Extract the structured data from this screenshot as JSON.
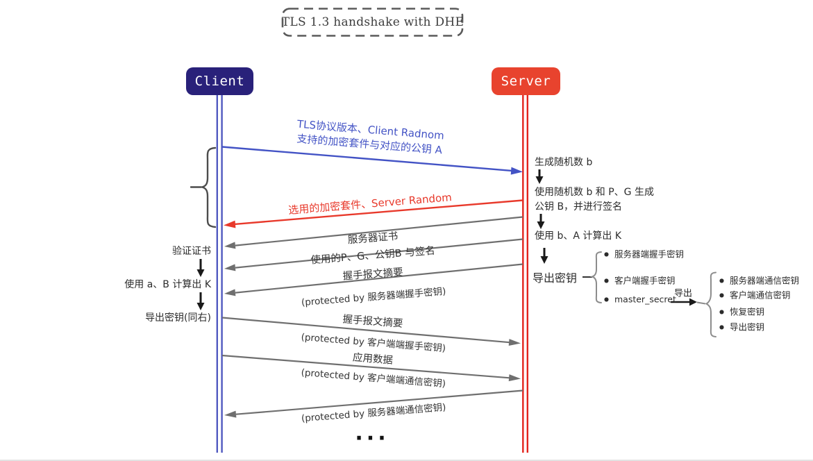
{
  "title": "TLS 1.3 handshake with DHE",
  "actors": {
    "client": "Client",
    "server": "Server"
  },
  "messages": {
    "client_hello_line1": "TLS协议版本、Client Radnom",
    "client_hello_line2": "支持的加密套件与对应的公钥 A",
    "server_hello": "选用的加密套件、Server Random",
    "server_certificate": "服务器证书",
    "server_params": "使用的P、G、公钥B 与签名",
    "server_finished": "握手报文摘要",
    "server_finished_note": "(protected by 服务器端握手密钥)",
    "client_finished": "握手报文摘要",
    "client_finished_note": "(protected by 客户端端握手密钥)",
    "app_data": "应用数据",
    "app_data_note": "(protected by 客户端端通信密钥)",
    "server_app_data_note": "(protected by 服务器端通信密钥)",
    "ellipsis": "..."
  },
  "server_steps": {
    "generate_random": "生成随机数 b",
    "make_pubkey_line1": "使用随机数 b 和 P、G 生成",
    "make_pubkey_line2": "公钥 B，并进行签名",
    "compute_k": "使用 b、A 计算出 K",
    "derive_keys": "导出密钥",
    "derived_keys": [
      "服务器端握手密钥",
      "客户端握手密钥",
      "master_secret"
    ],
    "derive_arrow_label": "导出",
    "master_derived_keys": [
      "服务器端通信密钥",
      "客户端通信密钥",
      "恢复密钥",
      "导出密钥"
    ]
  },
  "client_steps": {
    "verify_cert": "验证证书",
    "compute_k": "使用 a、B 计算出 K",
    "derive_keys": "导出密钥(同右)"
  },
  "colors": {
    "client_box": "#29217a",
    "server_box": "#e8432e",
    "client_lifeline": "#5059c0",
    "server_lifeline": "#e3231c",
    "client_hello_arrow": "#4353c5",
    "server_hello_arrow": "#e8392b",
    "message_arrow": "#6f6f6f",
    "text": "#333333"
  }
}
